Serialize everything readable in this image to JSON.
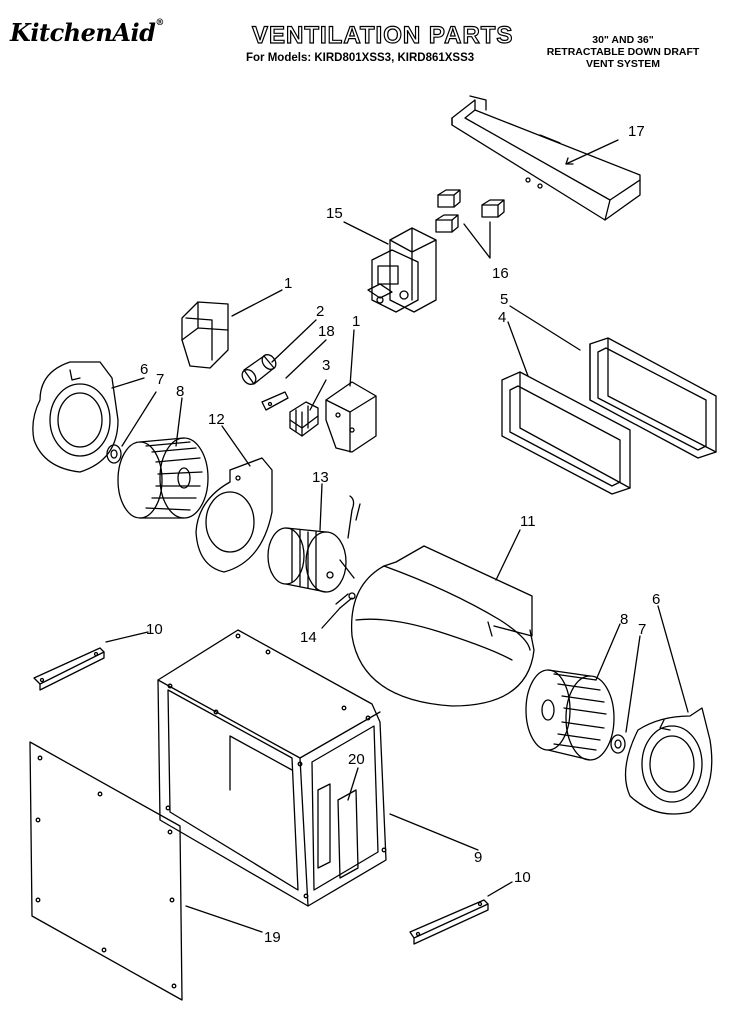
{
  "header": {
    "brand": "KitchenAid",
    "brand_mark": "®",
    "title": "VENTILATION PARTS",
    "models_line": "For Models: KIRD801XSS3, KIRD861XSS3",
    "system_line1": "30\" AND 36\"",
    "system_line2": "RETRACTABLE DOWN DRAFT",
    "system_line3": "VENT SYSTEM"
  },
  "callouts": {
    "c1a": "1",
    "c1b": "1",
    "c2": "2",
    "c3": "3",
    "c4": "4",
    "c5": "5",
    "c6a": "6",
    "c6b": "6",
    "c7a": "7",
    "c7b": "7",
    "c8a": "8",
    "c8b": "8",
    "c9": "9",
    "c10a": "10",
    "c10b": "10",
    "c11": "11",
    "c12": "12",
    "c13": "13",
    "c14": "14",
    "c15": "15",
    "c16": "16",
    "c17": "17",
    "c18": "18",
    "c19": "19",
    "c20": "20"
  }
}
